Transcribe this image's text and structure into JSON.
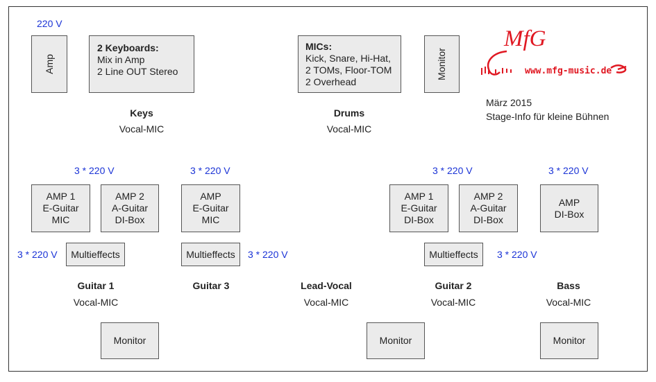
{
  "voltages": {
    "top_amp": "220 V",
    "guitar1_amps": "3 * 220 V",
    "guitar1_effects": "3 * 220 V",
    "guitar3_amp": "3 * 220 V",
    "guitar3_effects": "3 * 220 V",
    "guitar2_amps": "3 * 220 V",
    "guitar2_effects": "3 * 220 V",
    "bass_amp": "3 * 220 V"
  },
  "keys": {
    "amp_label": "Amp",
    "box_title": "2 Keyboards:",
    "box_line1": "Mix in Amp",
    "box_line2": "2 Line OUT Stereo",
    "name": "Keys",
    "mic": "Vocal-MIC"
  },
  "drums": {
    "box_title": "MICs:",
    "box_line1": "Kick, Snare, Hi-Hat,",
    "box_line2": "2 TOMs, Floor-TOM",
    "box_line3": "2 Overhead",
    "monitor": "Monitor",
    "name": "Drums",
    "mic": "Vocal-MIC"
  },
  "logo": {
    "text": "MfG",
    "url": "www.mfg-music.de"
  },
  "info": {
    "date": "März 2015",
    "subtitle": "Stage-Info für kleine Bühnen"
  },
  "guitar1": {
    "amp1": [
      "AMP 1",
      "E-Guitar",
      "MIC"
    ],
    "amp2": [
      "AMP 2",
      "A-Guitar",
      "DI-Box"
    ],
    "effects": "Multieffects",
    "name": "Guitar 1",
    "mic": "Vocal-MIC",
    "monitor": "Monitor"
  },
  "guitar3": {
    "amp": [
      "AMP",
      "E-Guitar",
      "MIC"
    ],
    "effects": "Multieffects",
    "name": "Guitar 3"
  },
  "lead_vocal": {
    "name": "Lead-Vocal",
    "mic": "Vocal-MIC",
    "monitor": "Monitor"
  },
  "guitar2": {
    "amp1": [
      "AMP 1",
      "E-Guitar",
      "DI-Box"
    ],
    "amp2": [
      "AMP 2",
      "A-Guitar",
      "DI-Box"
    ],
    "effects": "Multieffects",
    "name": "Guitar 2",
    "mic": "Vocal-MIC"
  },
  "bass": {
    "amp": [
      "AMP",
      "DI-Box"
    ],
    "name": "Bass",
    "mic": "Vocal-MIC",
    "monitor": "Monitor"
  },
  "colors": {
    "voltage": "#1a33d6",
    "logo": "#e01822",
    "box_fill": "#ebebeb"
  }
}
